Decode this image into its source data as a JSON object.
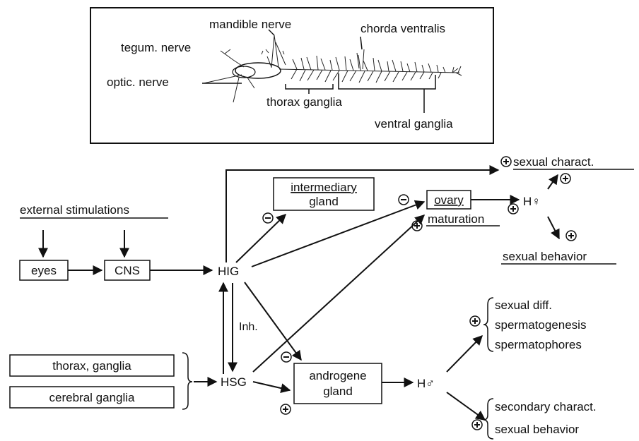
{
  "top_panel": {
    "labels": {
      "mandible_nerve": "mandible nerve",
      "chorda_ventralis": "chorda ventralis",
      "tegum_nerve": "tegum. nerve",
      "optic_nerve": "optic. nerve",
      "thorax_ganglia": "thorax ganglia",
      "ventral_ganglia": "ventral ganglia"
    }
  },
  "nodes": {
    "external_stimulations": "external stimulations",
    "eyes": "eyes",
    "cns": "CNS",
    "hig": "HIG",
    "hsg": "HSG",
    "inh": "Inh.",
    "intermediary_gland_1": "intermediary",
    "intermediary_gland_2": "gland",
    "ovary": "ovary",
    "maturation": "maturation",
    "h_female": "H♀",
    "sexual_charact": "sexual charact.",
    "sexual_behavior_female": "sexual behavior",
    "thorax_ganglia_box": "thorax, ganglia",
    "cerebral_ganglia_box": "cerebral ganglia",
    "androgene_gland_1": "androgene",
    "androgene_gland_2": "gland",
    "h_male": "H♂",
    "sexual_diff": "sexual diff.",
    "spermatogenesis": "spermatogenesis",
    "spermatophores": "spermatophores",
    "secondary_charact": "secondary charact.",
    "sexual_behavior_male": "sexual behavior"
  },
  "signs": {
    "plus": "+",
    "minus": "−"
  }
}
